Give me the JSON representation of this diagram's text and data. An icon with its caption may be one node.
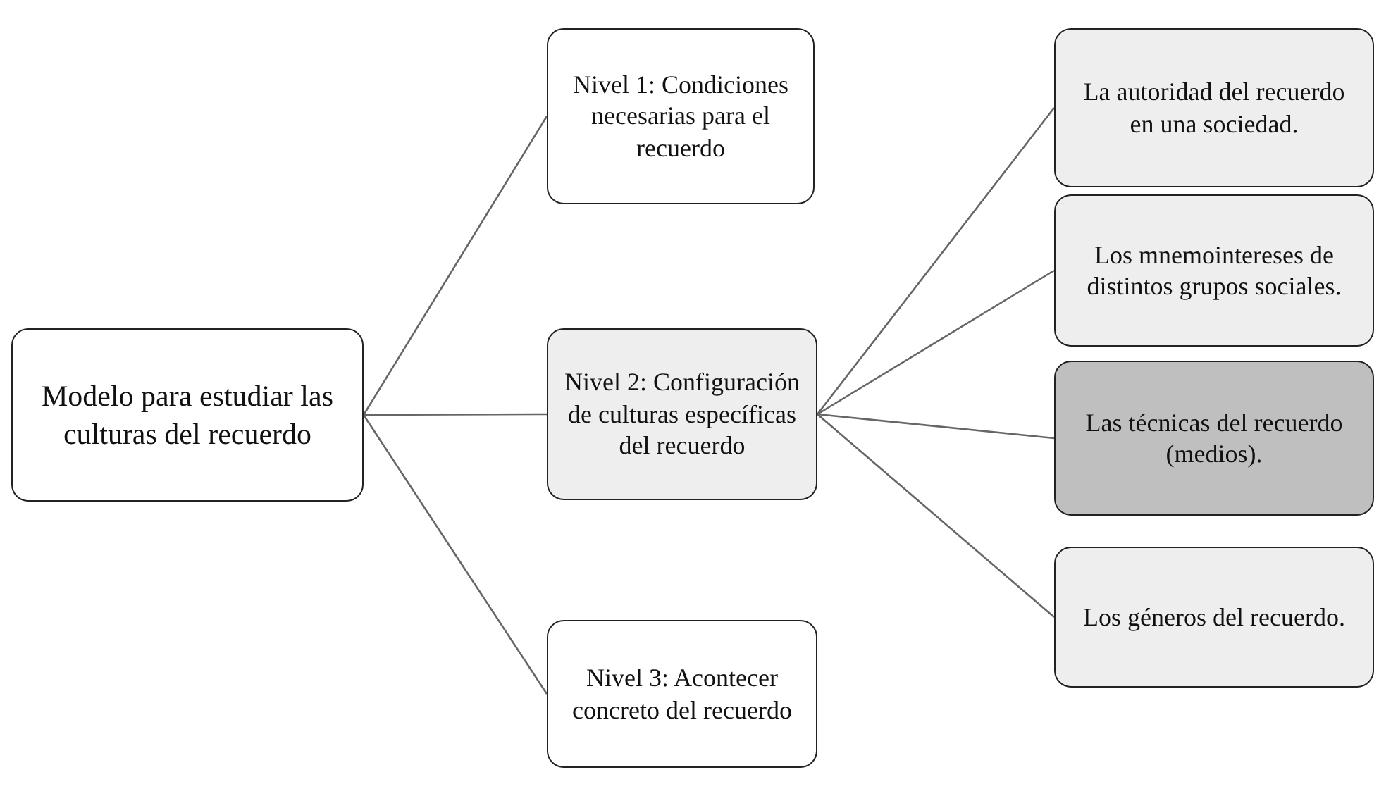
{
  "diagram": {
    "nodes": [
      {
        "text": [
          "Modelo para estudiar las culturas del recuerdo"
        ]
      },
      {
        "text": [
          "Nivel 1: Condiciones necesarias para el recuerdo"
        ]
      },
      {
        "text": [
          "Nivel 2: Configuración de culturas específicas del recuerdo"
        ]
      },
      {
        "text": [
          "Nivel 3: Acontecer concreto del recuerdo"
        ]
      },
      {
        "text": [
          "La autoridad del recuerdo en una sociedad."
        ]
      },
      {
        "text": [
          "Los mnemointereses de distintos grupos sociales."
        ]
      },
      {
        "text": [
          "Las técnicas del recuerdo (medios)."
        ]
      },
      {
        "text": [
          "Los géneros del recuerdo."
        ]
      }
    ],
    "edges": [
      {
        "from": 0,
        "to": 1,
        "arrow": "none"
      },
      {
        "from": 0,
        "to": 2,
        "arrow": "none"
      },
      {
        "from": 0,
        "to": 3,
        "arrow": "none"
      },
      {
        "from": 2,
        "to": 4,
        "arrow": "none"
      },
      {
        "from": 2,
        "to": 5,
        "arrow": "none"
      },
      {
        "from": 2,
        "to": 6,
        "arrow": "none"
      },
      {
        "from": 2,
        "to": 7,
        "arrow": "none"
      }
    ]
  }
}
